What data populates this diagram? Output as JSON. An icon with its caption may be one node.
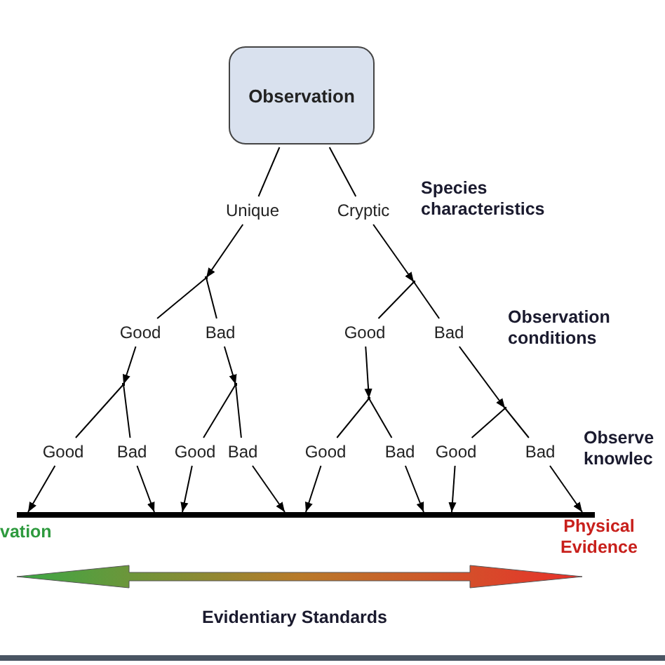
{
  "diagram": {
    "nodes": [
      {
        "text": [
          "Observation"
        ]
      },
      {
        "text": [
          "Unique"
        ]
      },
      {
        "text": [
          "Cryptic"
        ]
      },
      {
        "text": [],
        "shape": "point"
      },
      {
        "text": [],
        "shape": "point"
      },
      {
        "text": [
          "Good"
        ]
      },
      {
        "text": [
          "Bad"
        ]
      },
      {
        "text": [
          "Good"
        ]
      },
      {
        "text": [
          "Bad"
        ]
      },
      {
        "text": [],
        "shape": "point"
      },
      {
        "text": [],
        "shape": "point"
      },
      {
        "text": [],
        "shape": "point"
      },
      {
        "text": [],
        "shape": "point"
      },
      {
        "text": [
          "Good"
        ]
      },
      {
        "text": [
          "Bad"
        ]
      },
      {
        "text": [
          "Good"
        ]
      },
      {
        "text": [
          "Bad"
        ]
      },
      {
        "text": [
          "Good"
        ]
      },
      {
        "text": [
          "Bad"
        ]
      },
      {
        "text": [
          "Good"
        ]
      },
      {
        "text": [
          "Bad"
        ]
      },
      {
        "text": [],
        "shape": "bar"
      }
    ],
    "edges": [
      {
        "from": 0,
        "to": 1,
        "arrow": "none"
      },
      {
        "from": 0,
        "to": 2,
        "arrow": "none"
      },
      {
        "from": 1,
        "to": 3,
        "arrow": "to"
      },
      {
        "from": 2,
        "to": 4,
        "arrow": "to"
      },
      {
        "from": 3,
        "to": 5,
        "arrow": "none"
      },
      {
        "from": 3,
        "to": 6,
        "arrow": "none"
      },
      {
        "from": 4,
        "to": 7,
        "arrow": "none"
      },
      {
        "from": 4,
        "to": 8,
        "arrow": "none"
      },
      {
        "from": 5,
        "to": 9,
        "arrow": "to"
      },
      {
        "from": 6,
        "to": 10,
        "arrow": "to"
      },
      {
        "from": 7,
        "to": 11,
        "arrow": "to"
      },
      {
        "from": 8,
        "to": 12,
        "arrow": "to"
      },
      {
        "from": 9,
        "to": 13,
        "arrow": "none"
      },
      {
        "from": 9,
        "to": 14,
        "arrow": "none"
      },
      {
        "from": 10,
        "to": 15,
        "arrow": "none"
      },
      {
        "from": 10,
        "to": 16,
        "arrow": "none"
      },
      {
        "from": 11,
        "to": 17,
        "arrow": "none"
      },
      {
        "from": 11,
        "to": 18,
        "arrow": "none"
      },
      {
        "from": 12,
        "to": 19,
        "arrow": "none"
      },
      {
        "from": 12,
        "to": 20,
        "arrow": "none"
      },
      {
        "from": 13,
        "to": 21,
        "arrow": "to"
      },
      {
        "from": 14,
        "to": 21,
        "arrow": "to"
      },
      {
        "from": 15,
        "to": 21,
        "arrow": "to"
      },
      {
        "from": 16,
        "to": 21,
        "arrow": "to"
      },
      {
        "from": 17,
        "to": 21,
        "arrow": "to"
      },
      {
        "from": 18,
        "to": 21,
        "arrow": "to"
      },
      {
        "from": 19,
        "to": 21,
        "arrow": "to"
      },
      {
        "from": 20,
        "to": 21,
        "arrow": "to"
      }
    ],
    "labels": [
      "Species characteristics",
      "Observation conditions",
      "Observe knowlec",
      "vation",
      "Physical Evidence",
      "Evidentiary Standards"
    ]
  }
}
